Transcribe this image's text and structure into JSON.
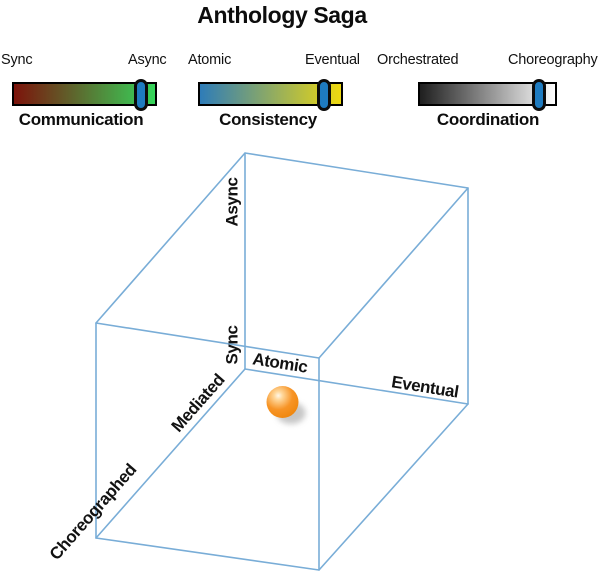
{
  "title": "Anthology Saga",
  "sliders": [
    {
      "name": "Communication",
      "left_label": "Sync",
      "right_label": "Async",
      "value_pct": 90,
      "gradient_left": "#7C130B",
      "gradient_right": "#35D65B"
    },
    {
      "name": "Consistency",
      "left_label": "Atomic",
      "right_label": "Eventual",
      "value_pct": 88,
      "gradient_left": "#2E7CB8",
      "gradient_right": "#EFD90F"
    },
    {
      "name": "Coordination",
      "left_label": "Orchestrated",
      "right_label": "Choreography",
      "value_pct": 88,
      "gradient_left": "#1F1F1F",
      "gradient_right": "#FFFFFF"
    }
  ],
  "cube": {
    "vertical_axis": {
      "top_label": "Async",
      "bottom_label": "Sync"
    },
    "consistency_axis": {
      "near_label": "Atomic",
      "far_label": "Eventual"
    },
    "coordination_axis": {
      "near_label": "Mediated",
      "far_label": "Choreographed"
    }
  },
  "colors": {
    "slider_thumb": "#1E7BC0",
    "cube_line": "#79ADD7",
    "sphere": "#F79426"
  }
}
